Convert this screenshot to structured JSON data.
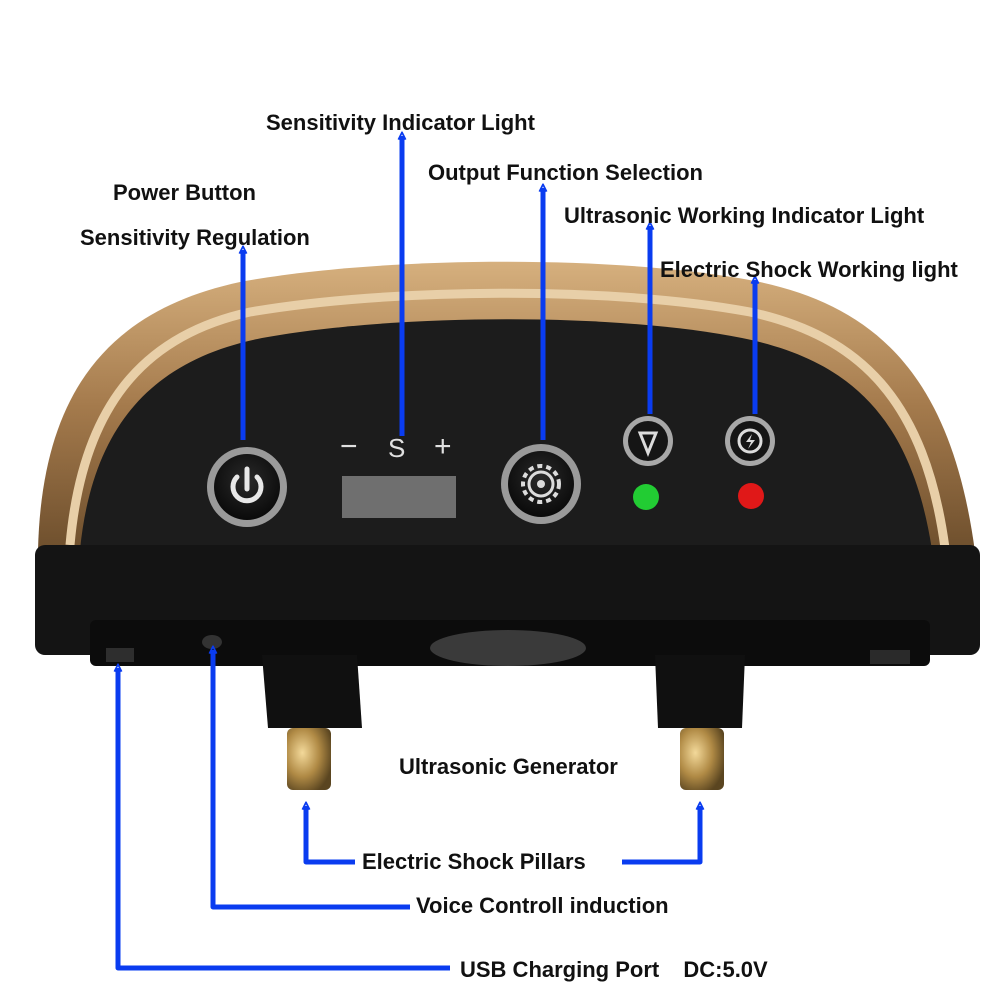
{
  "labels": {
    "sensitivity_indicator_light": "Sensitivity Indicator Light",
    "output_function_selection": "Output Function Selection",
    "power_button": "Power Button",
    "sensitivity_regulation": "Sensitivity Regulation",
    "ultrasonic_working_indicator_light": "Ultrasonic Working Indicator Light",
    "electric_shock_working_light": "Electric Shock Working light",
    "ultrasonic_generator": "Ultrasonic Generator",
    "electric_shock_pillars": "Electric Shock Pillars",
    "voice_control_induction": "Voice Controll induction",
    "usb_charging_port": "USB Charging Port",
    "dc_rating": "DC:5.0V"
  },
  "device": {
    "minus": "−",
    "s": "S",
    "plus": "+"
  },
  "colors": {
    "arrow": "#0a3cf0",
    "body": "#161616",
    "rim": "#b3895a",
    "green_led": "#22cc33",
    "red_led": "#e01818"
  }
}
